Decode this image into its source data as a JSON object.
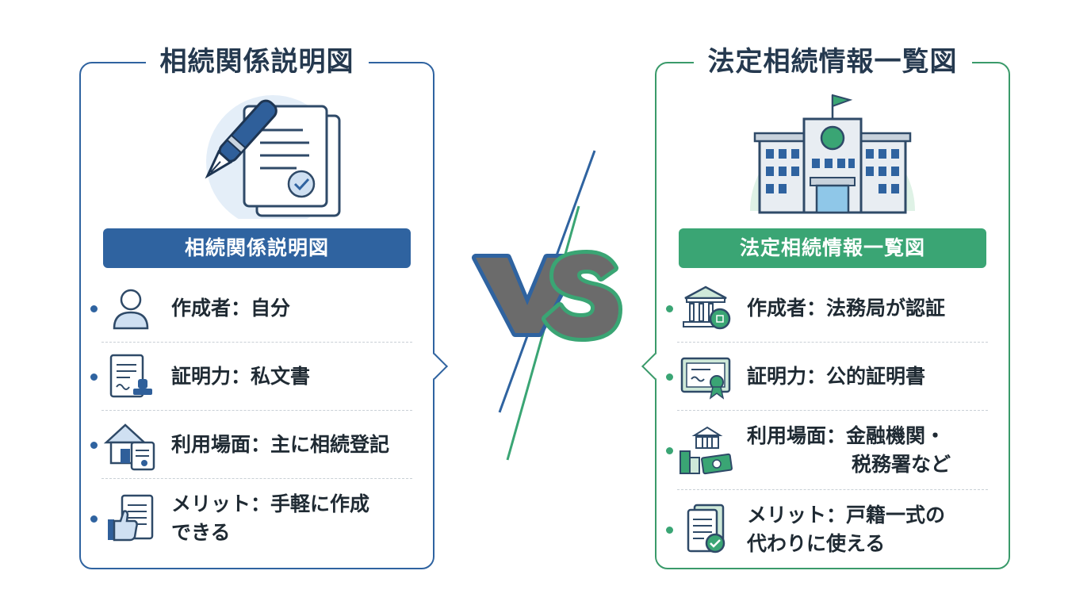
{
  "left": {
    "title": "相続関係説明図",
    "banner": "相続関係説明図",
    "rows": [
      {
        "icon": "person-icon",
        "line1": "作成者：自分",
        "line2": ""
      },
      {
        "icon": "private-document-stamp-icon",
        "line1": "証明力：私文書",
        "line2": ""
      },
      {
        "icon": "house-document-icon",
        "line1": "利用場面：主に相続登記",
        "line2": ""
      },
      {
        "icon": "thumbs-up-document-icon",
        "line1": "メリット：手軽に作成",
        "line2": "できる"
      }
    ]
  },
  "right": {
    "title": "法定相続情報一覧図",
    "banner": "法定相続情報一覧図",
    "rows": [
      {
        "icon": "bank-seal-icon",
        "line1": "作成者：法務局が認証",
        "line2": ""
      },
      {
        "icon": "certificate-icon",
        "line1": "証明力：公的証明書",
        "line2": ""
      },
      {
        "icon": "bank-city-money-icon",
        "line1": "利用場面：金融機関・",
        "line2": "税務署など"
      },
      {
        "icon": "documents-check-icon",
        "line1": "メリット：戸籍一式の",
        "line2": "代わりに使える"
      }
    ]
  },
  "vs_text": "VS",
  "colors": {
    "left_accent": "#2f63a0",
    "right_accent": "#3aa574",
    "vs_gray": "#6b6b6b"
  }
}
